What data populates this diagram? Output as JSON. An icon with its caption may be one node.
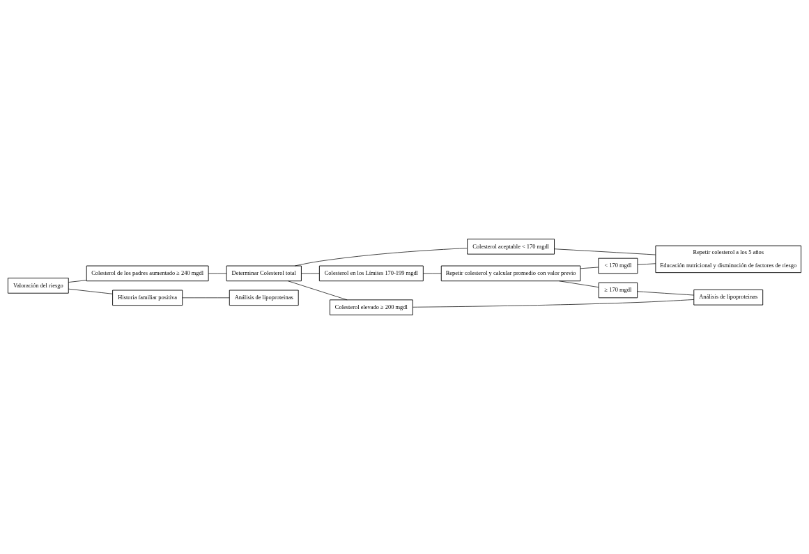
{
  "diagram": {
    "nodes": [
      {
        "text": [
          "Valoración del riesgo"
        ]
      },
      {
        "text": [
          "Determinar Colesterol total"
        ]
      },
      {
        "text": [
          "Colesterol de los padres aumentado ≥ 240 mgdl"
        ]
      },
      {
        "text": [
          "Historia familiar positiva"
        ]
      },
      {
        "text": [
          "Análisis de lipoproteinas"
        ]
      },
      {
        "text": [
          "Colesterol aceptable < 170 mgdl"
        ]
      },
      {
        "text": [
          "Repetir colesterol a los 5 años",
          "Educación nutricional y disminución de factores de riesgo"
        ]
      },
      {
        "text": [
          "Colesterol en los Límites 170-199 mgdl"
        ]
      },
      {
        "text": [
          "Repetir colesterol y calcular promedio con valor previo"
        ]
      },
      {
        "text": [
          "< 170 mgdl"
        ]
      },
      {
        "text": [
          "≥ 170 mgdl"
        ]
      },
      {
        "text": [
          "Colesterol elevado ≥ 200 mgdl"
        ]
      },
      {
        "text": [
          "Análisis de lipoproteinas"
        ]
      }
    ],
    "edges": [
      {
        "from": 0,
        "to": 2,
        "arrow": "none"
      },
      {
        "from": 0,
        "to": 3,
        "arrow": "none"
      },
      {
        "from": 2,
        "to": 1,
        "arrow": "none"
      },
      {
        "from": 3,
        "to": 4,
        "arrow": "none"
      },
      {
        "from": 1,
        "to": 5,
        "arrow": "none"
      },
      {
        "from": 1,
        "to": 7,
        "arrow": "none"
      },
      {
        "from": 1,
        "to": 11,
        "arrow": "none"
      },
      {
        "from": 5,
        "to": 6,
        "arrow": "none"
      },
      {
        "from": 7,
        "to": 8,
        "arrow": "none"
      },
      {
        "from": 8,
        "to": 9,
        "arrow": "none"
      },
      {
        "from": 8,
        "to": 10,
        "arrow": "none"
      },
      {
        "from": 9,
        "to": 6,
        "arrow": "none"
      },
      {
        "from": 10,
        "to": 12,
        "arrow": "none"
      },
      {
        "from": 11,
        "to": 12,
        "arrow": "none"
      }
    ]
  }
}
